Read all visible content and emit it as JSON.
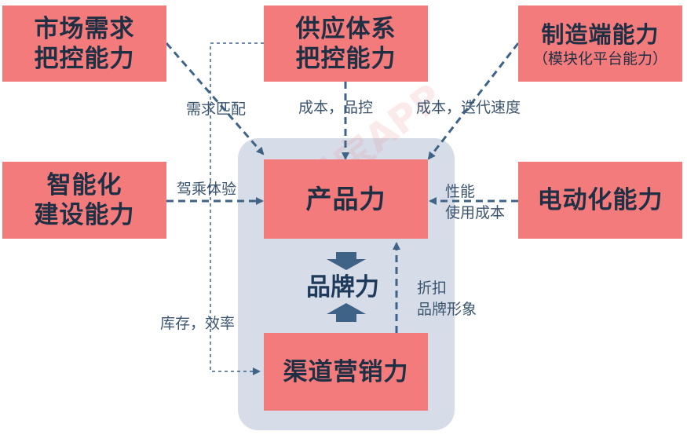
{
  "boxes": {
    "market": [
      "市场需求",
      "把控能力"
    ],
    "supply": [
      "供应体系",
      "把控能力"
    ],
    "manufacturing": [
      "制造端能力",
      "（模块化平台能力）"
    ],
    "intelligent": [
      "智能化",
      "建设能力"
    ],
    "product": "产品力",
    "electric": "电动化能力",
    "channel": "渠道营销力"
  },
  "center": "品牌力",
  "labels": {
    "demand_match": "需求匹配",
    "cost_quality": "成本，品控",
    "cost_iteration": "成本，迭代速度",
    "driving_experience": "驾乘体验",
    "performance": [
      "性能",
      "使用成本"
    ],
    "discount_brand": [
      "折扣",
      "品牌形象"
    ],
    "inventory_efficiency": "库存，效率"
  },
  "watermark": "选股宝APP",
  "colors": {
    "box_fill": "#f47b7b",
    "panel_fill": "#d6dde8",
    "arrow": "#3e6387",
    "text": "#1f2f44"
  }
}
